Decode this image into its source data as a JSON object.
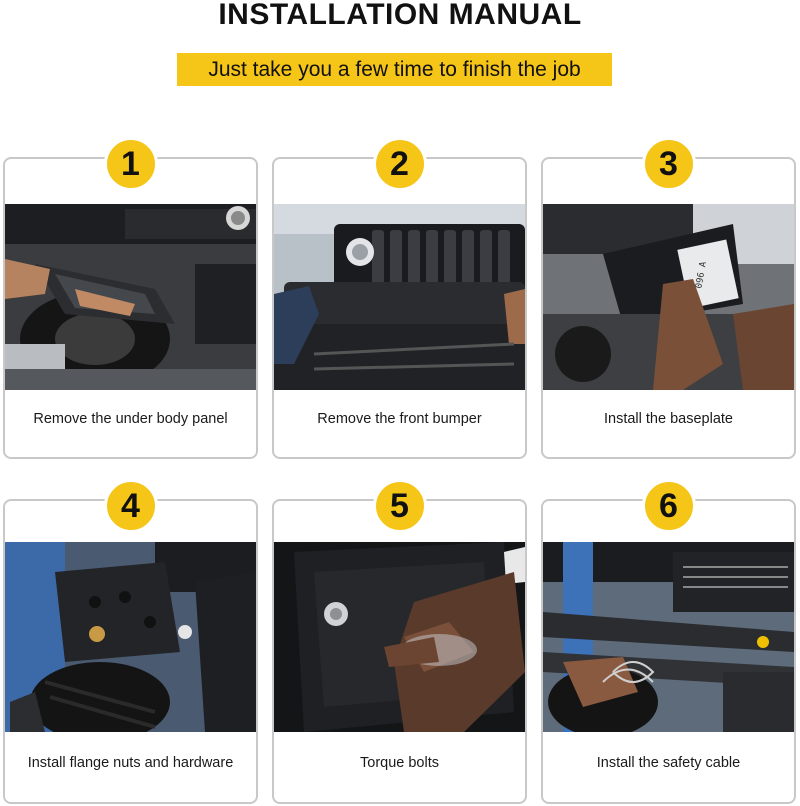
{
  "header": {
    "title": "INSTALLATION MANUAL",
    "subtitle": "Just take you a few time to finish the job"
  },
  "steps": [
    {
      "number": "1",
      "caption": "Remove the under body panel"
    },
    {
      "number": "2",
      "caption": "Remove the front bumper"
    },
    {
      "number": "3",
      "caption": "Install the baseplate"
    },
    {
      "number": "4",
      "caption": "Install flange nuts and hardware"
    },
    {
      "number": "5",
      "caption": "Torque bolts"
    },
    {
      "number": "6",
      "caption": "Install the safety cable"
    }
  ],
  "colors": {
    "accent_yellow": "#f5c518",
    "card_border": "#c8c8c8",
    "text": "#111111"
  }
}
